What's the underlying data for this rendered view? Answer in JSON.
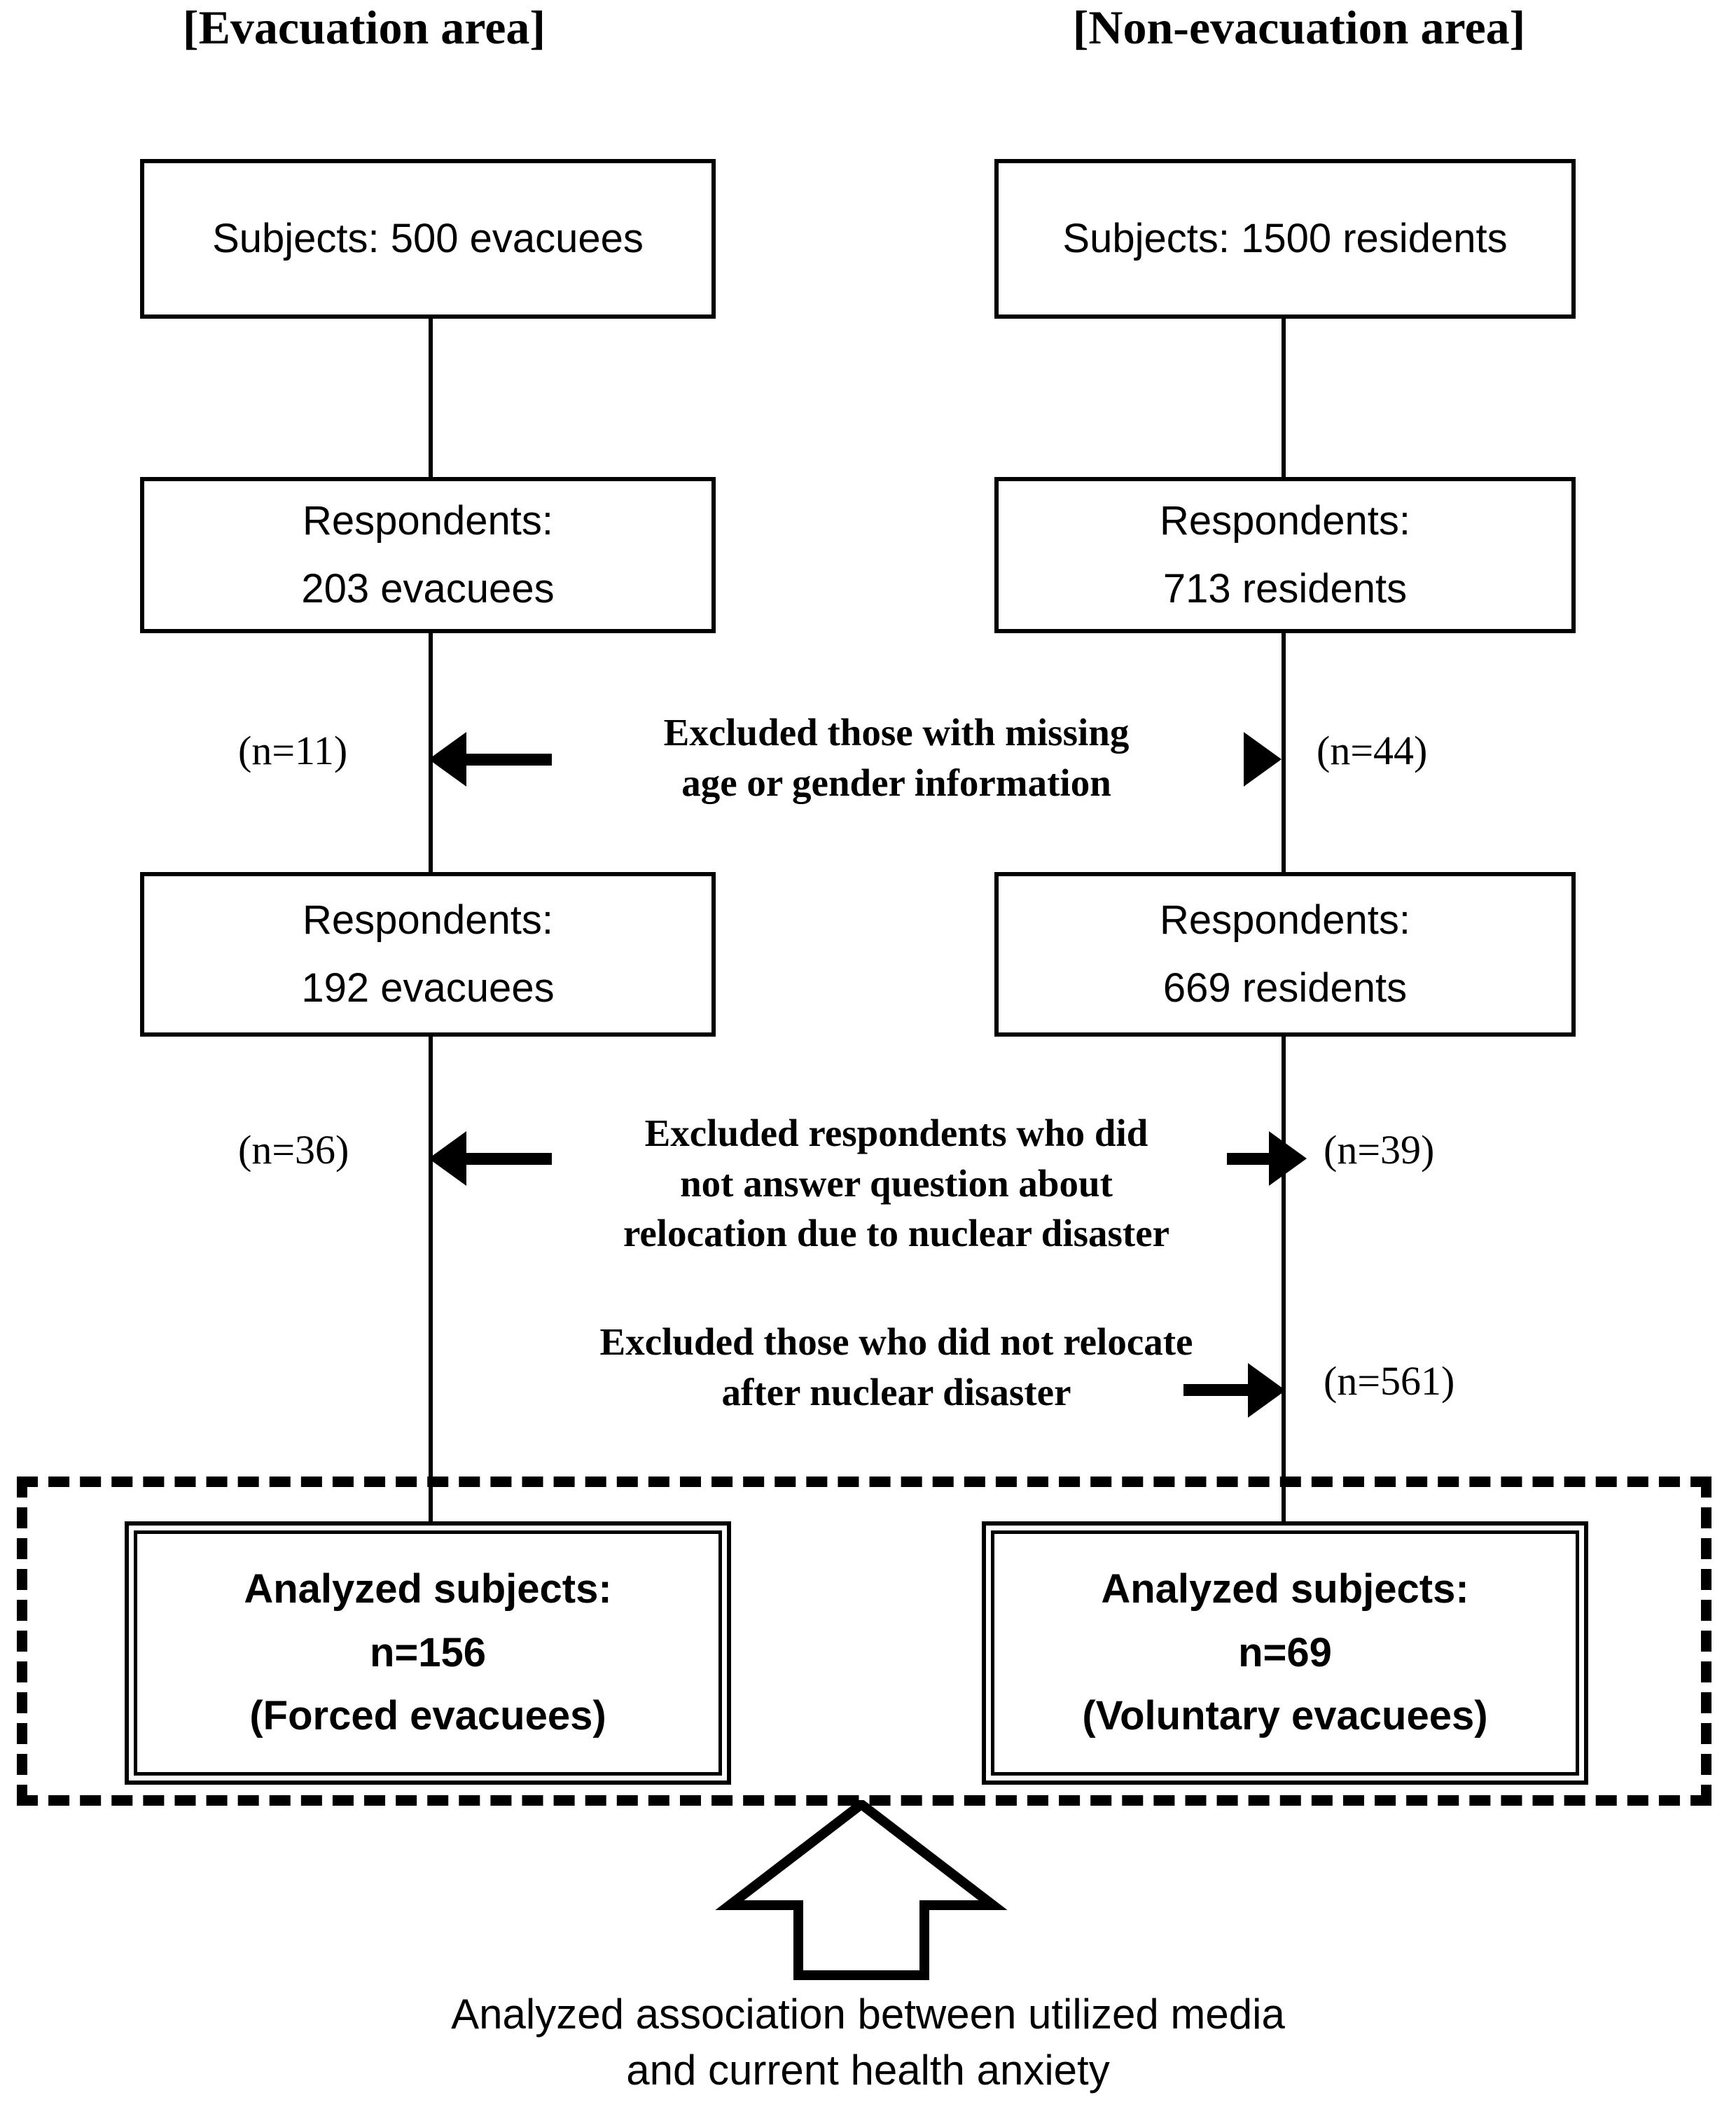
{
  "diagram": {
    "title_left": "[Evacuation area]",
    "title_right": "[Non-evacuation area]",
    "columns": [
      {
        "id": "evacuation",
        "header": "[Evacuation area]",
        "boxes": [
          {
            "id": "subjects",
            "lines": [
              "Subjects: 500 evacuees"
            ]
          },
          {
            "id": "respondents-1",
            "lines": [
              "Respondents:",
              "203 evacuees"
            ]
          },
          {
            "id": "respondents-2",
            "lines": [
              "Respondents:",
              "192 evacuees"
            ]
          },
          {
            "id": "analyzed",
            "lines": [
              "Analyzed subjects:",
              "n=156",
              "(Forced evacuees)"
            ]
          }
        ]
      },
      {
        "id": "non-evacuation",
        "header": "[Non-evacuation area]",
        "boxes": [
          {
            "id": "subjects",
            "lines": [
              "Subjects: 1500 residents"
            ]
          },
          {
            "id": "respondents-1",
            "lines": [
              "Respondents:",
              "713 residents"
            ]
          },
          {
            "id": "respondents-2",
            "lines": [
              "Respondents:",
              "669 residents"
            ]
          },
          {
            "id": "analyzed",
            "lines": [
              "Analyzed subjects:",
              "n=69",
              "(Voluntary evacuees)"
            ]
          }
        ]
      }
    ],
    "exclusions": [
      {
        "id": "missing-age-gender",
        "lines": [
          "Excluded  those  with  missing",
          "age or gender information"
        ],
        "left_n": "(n=11)",
        "right_n": "(n=44)"
      },
      {
        "id": "no-answer-relocation",
        "lines": [
          "Excluded  respondents  who  did",
          "not answer question about",
          "relocation due to nuclear disaster"
        ],
        "left_n": "(n=36)",
        "right_n": "(n=39)"
      },
      {
        "id": "did-not-relocate",
        "lines": [
          "Excluded  those who  did not relocate",
          "after nuclear disaster"
        ],
        "left_n": "",
        "right_n": "(n=561)"
      }
    ],
    "caption": {
      "line1": "Analyzed association between utilized media",
      "line2": "and current health anxiety"
    },
    "colors": {
      "stroke": "#000000",
      "background": "#ffffff"
    }
  }
}
